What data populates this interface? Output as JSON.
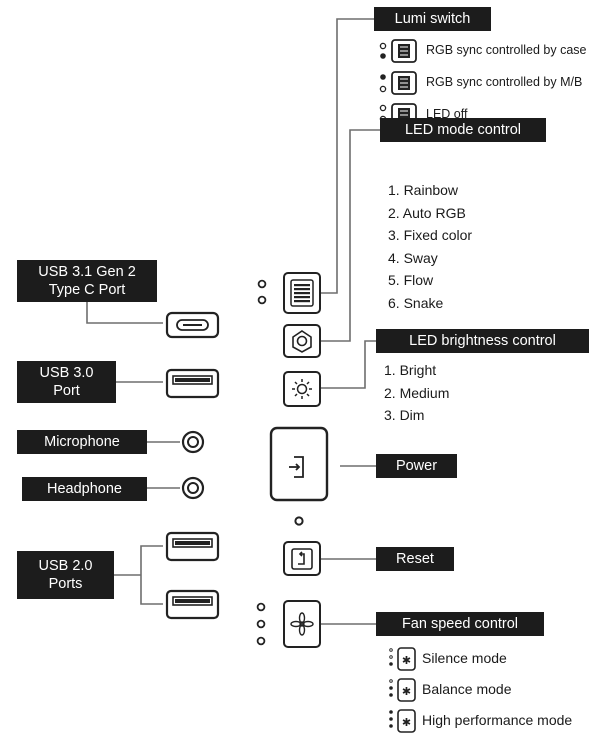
{
  "labels": {
    "usb31": [
      "USB 3.1 Gen 2",
      "Type C Port"
    ],
    "usb30": [
      "USB 3.0",
      "Port"
    ],
    "microphone": "Microphone",
    "headphone": "Headphone",
    "usb20": [
      "USB 2.0",
      "Ports"
    ],
    "lumi_switch": "Lumi switch",
    "led_mode": "LED mode control",
    "led_brightness": "LED brightness control",
    "power": "Power",
    "reset": "Reset",
    "fan_speed": "Fan speed control"
  },
  "lumi_switch_options": [
    "RGB sync controlled by case",
    "RGB sync controlled by M/B",
    "LED off"
  ],
  "led_modes": [
    "1. Rainbow",
    "2. Auto RGB",
    "3. Fixed color",
    "4. Sway",
    "5. Flow",
    "6. Snake"
  ],
  "brightness_levels": [
    "1. Bright",
    "2. Medium",
    "3. Dim"
  ],
  "fan_modes": [
    "Silence mode",
    "Balance mode",
    "High performance mode"
  ],
  "icons": {
    "lumi": "switch-icon",
    "led_mode": "led-mode-icon",
    "brightness": "sun-icon",
    "power": "power-icon",
    "reset": "reset-icon",
    "fan": "fan-icon"
  },
  "colors": {
    "label_bg": "#1c1c1c",
    "label_text": "#ffffff",
    "line": "#6e6e6e"
  }
}
